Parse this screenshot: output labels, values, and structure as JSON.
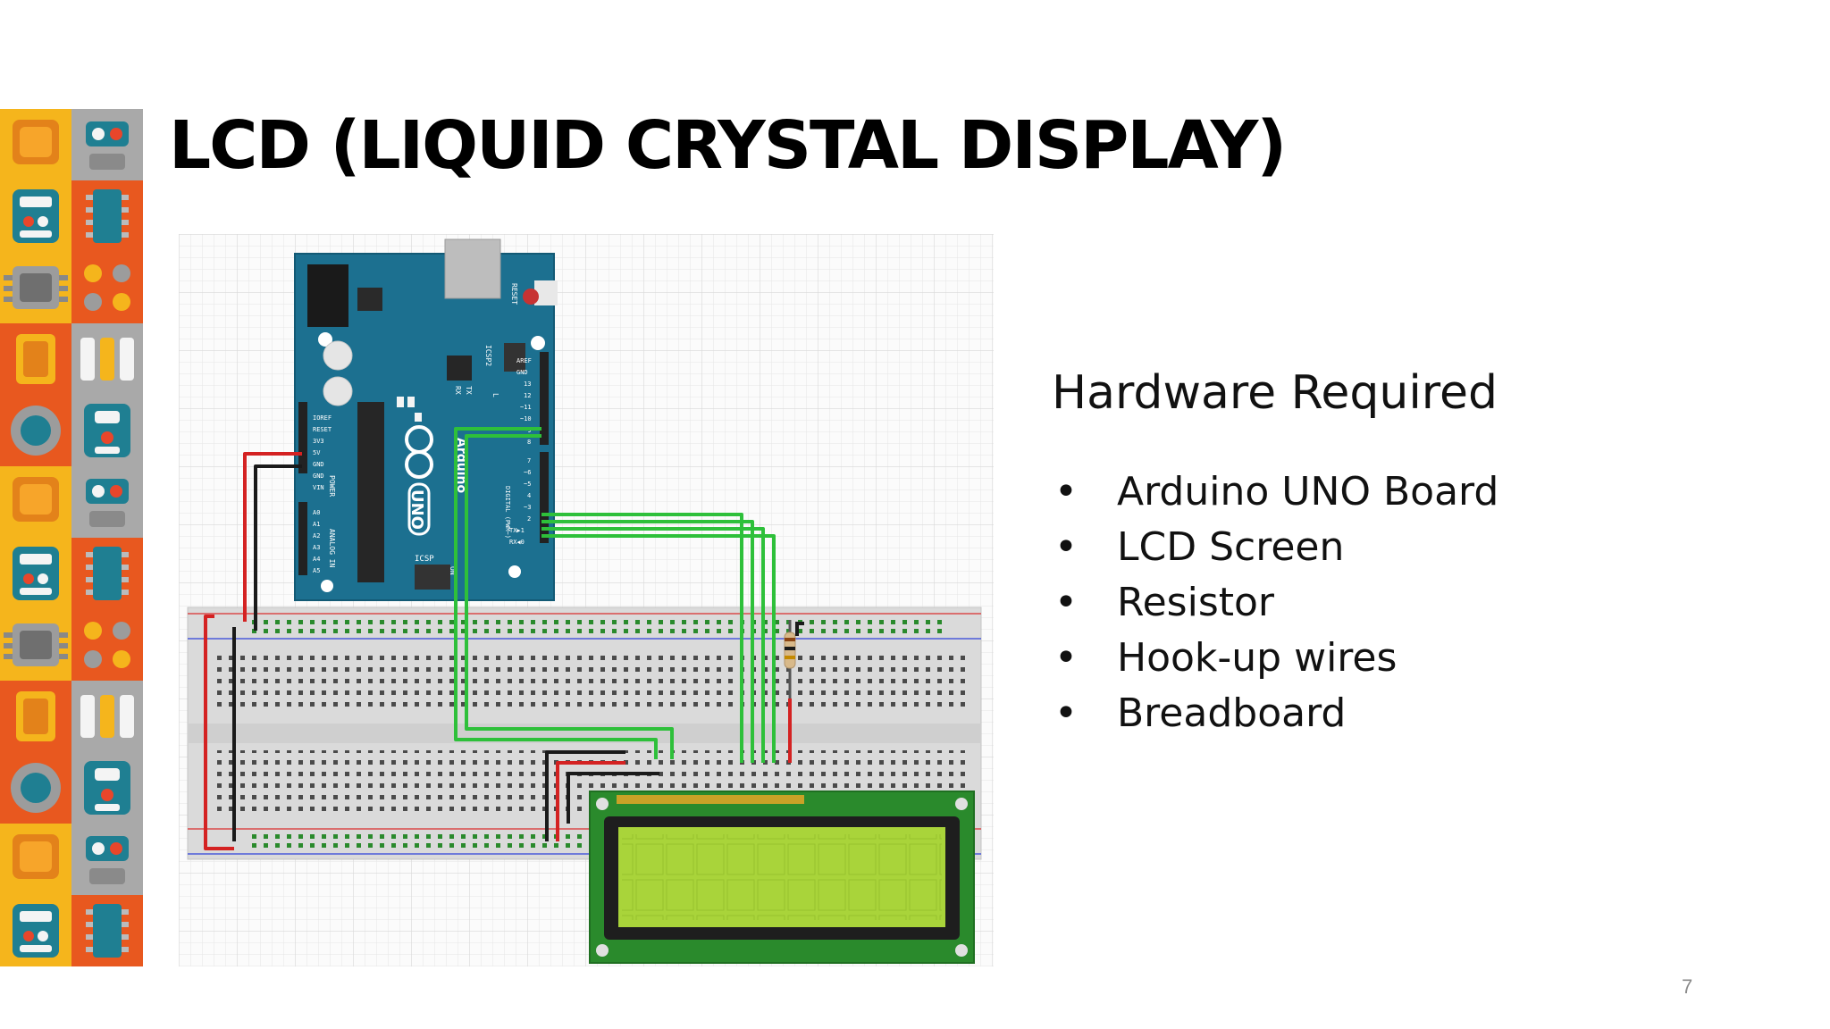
{
  "slide": {
    "title": "LCD (LIQUID CRYSTAL DISPLAY)",
    "hardware_heading": "Hardware Required",
    "hardware_items": [
      "Arduino UNO Board",
      "LCD Screen",
      "Resistor",
      "Hook-up wires",
      "Breadboard"
    ],
    "bullet_char": "•",
    "page_number": "7"
  },
  "diagram": {
    "board_name": "Arduino",
    "board_model": "UNO",
    "reset_label": "RESET",
    "icsp2_label": "ICSP2",
    "icsp_label": "ICSP",
    "tx_label": "TX",
    "rx_label": "RX",
    "l_label": "L",
    "on_label": "ON",
    "power_pins": [
      "IOREF",
      "RESET",
      "3V3",
      "5V",
      "GND",
      "GND",
      "VIN"
    ],
    "analog_pins": [
      "A0",
      "A1",
      "A2",
      "A3",
      "A4",
      "A5"
    ],
    "digital_pins_top": [
      "AREF",
      "GND",
      "13",
      "12",
      "~11",
      "~10",
      "~9",
      "8"
    ],
    "digital_pins_bottom": [
      "7",
      "~6",
      "~5",
      "4",
      "~3",
      "2",
      "TX▶1",
      "RX◀0"
    ],
    "power_label": "POWER",
    "analog_label": "ANALOG IN",
    "digital_label": "DIGITAL (PWM~)"
  },
  "colors": {
    "board_blue": "#1c7090",
    "wire_green": "#2ec03a",
    "wire_red": "#d42222",
    "wire_black": "#1a1a1a",
    "lcd_pcb": "#2a8a2c",
    "lcd_screen": "#a9d43a"
  }
}
